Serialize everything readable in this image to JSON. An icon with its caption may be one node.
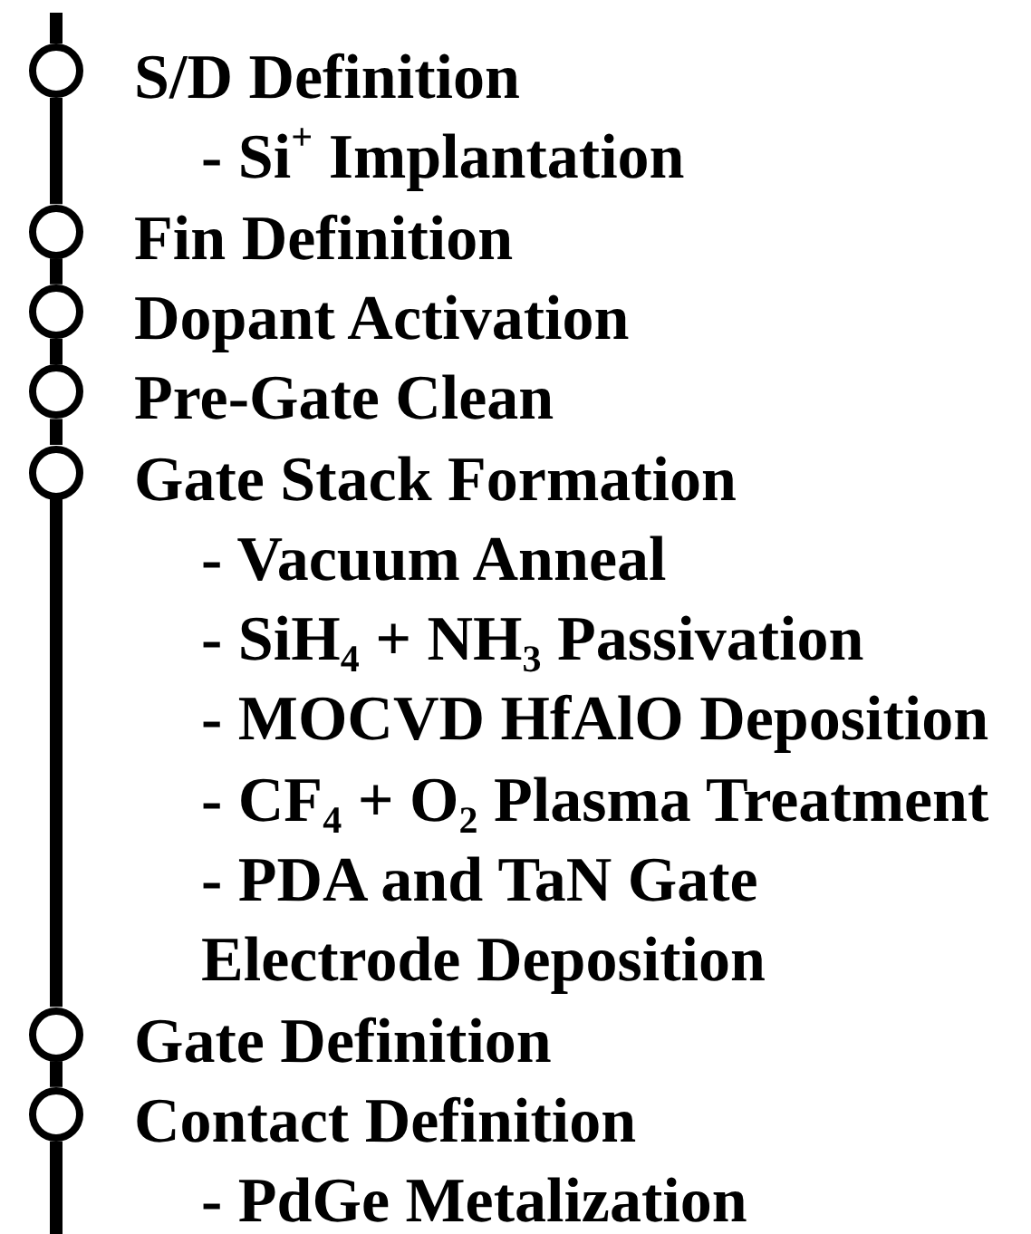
{
  "diagram": {
    "nodes": [
      {
        "text": [
          "S/D Definition",
          "- Si$^{+}$ Implantation"
        ]
      },
      {
        "text": [
          "Fin Definition"
        ]
      },
      {
        "text": [
          "Dopant Activation"
        ]
      },
      {
        "text": [
          "Pre-Gate Clean"
        ]
      },
      {
        "text": [
          "Gate Stack Formation",
          "- Vacuum Anneal",
          "- SiH$_{4}$ + NH$_{3}$ Passivation",
          "- MOCVD HfAlO Deposition",
          "- CF$_{4}$ + O$_{2}$ Plasma Treatment",
          "- PDA and TaN Gate Electrode Deposition"
        ]
      },
      {
        "text": [
          "Gate Definition"
        ]
      },
      {
        "text": [
          "Contact Definition",
          "- PdGe Metalization"
        ]
      }
    ],
    "edges": [
      {
        "from": 0,
        "to": 1,
        "arrow": "none"
      },
      {
        "from": 1,
        "to": 2,
        "arrow": "none"
      },
      {
        "from": 2,
        "to": 3,
        "arrow": "none"
      },
      {
        "from": 3,
        "to": 4,
        "arrow": "none"
      },
      {
        "from": 4,
        "to": 5,
        "arrow": "none"
      },
      {
        "from": 5,
        "to": 6,
        "arrow": "none"
      }
    ]
  }
}
